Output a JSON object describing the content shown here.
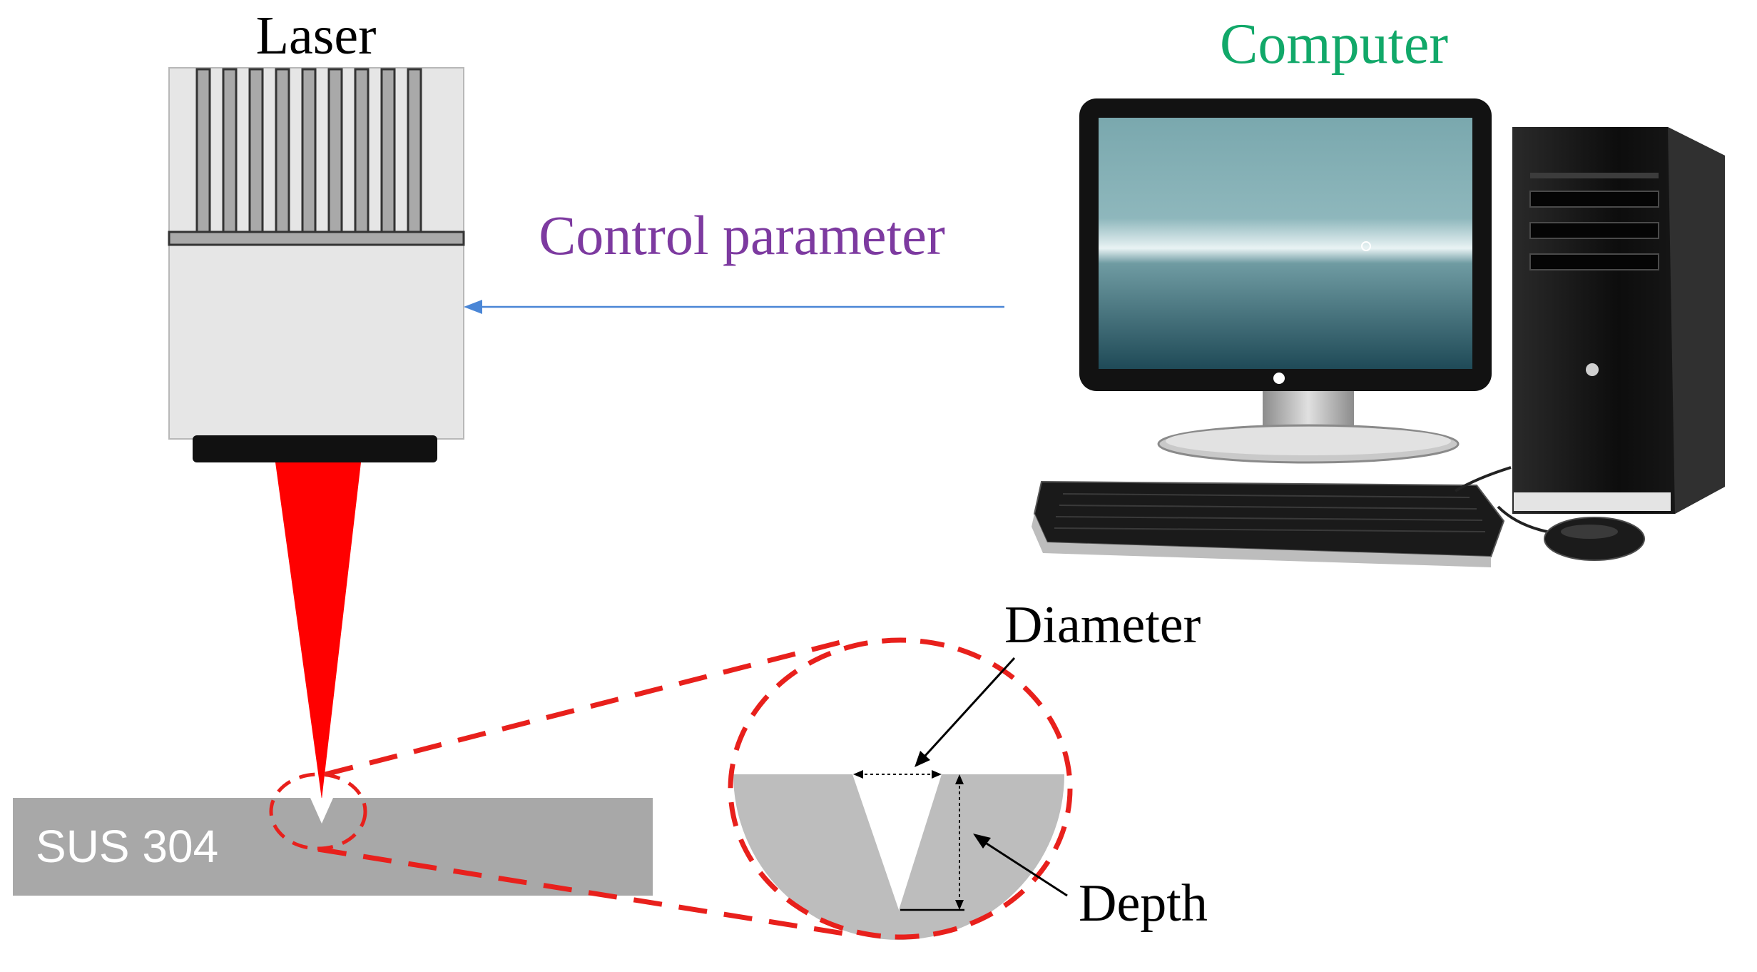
{
  "labels": {
    "laser": "Laser",
    "computer": "Computer",
    "control": "Control parameter",
    "diameter": "Diameter",
    "depth": "Depth",
    "material": "SUS 304"
  },
  "colors": {
    "computer_text": "#11a869",
    "control_text": "#7d3aa0",
    "arrow": "#4a86d6",
    "laser_beam": "#ff0000",
    "dashed_outline": "#e8201c",
    "material_gray": "#a8a8a8",
    "cross_section_gray": "#bdbdbd",
    "laser_body": "#e6e6e6",
    "fin": "#a9a9a9",
    "black": "#000000"
  },
  "icons": {
    "laser": "laser-head-icon",
    "computer": "desktop-computer-icon"
  }
}
